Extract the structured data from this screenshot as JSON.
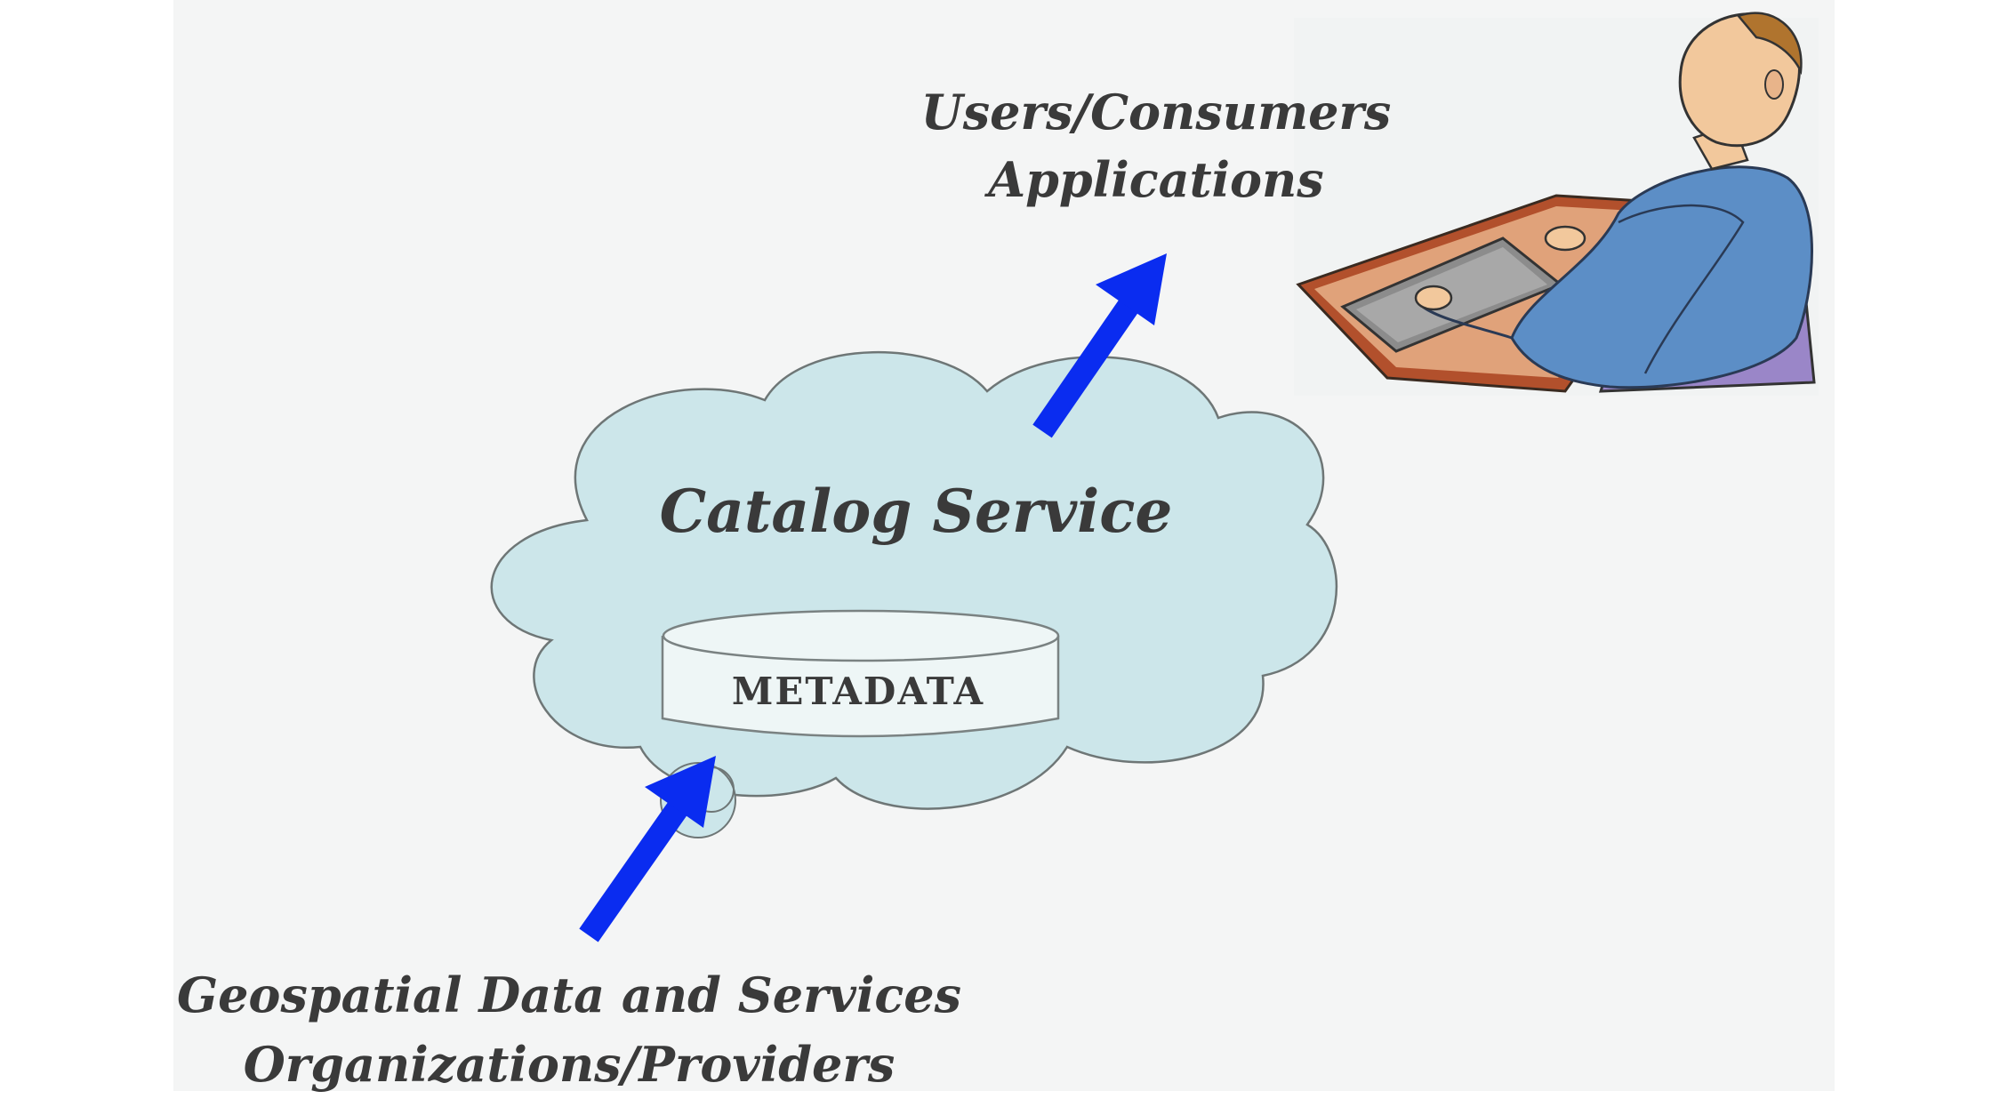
{
  "consumers": {
    "line1": "Users/Consumers",
    "line2": "Applications"
  },
  "catalog": {
    "title": "Catalog Service"
  },
  "metadata": {
    "label": "METADATA"
  },
  "providers": {
    "line1": "Geospatial Data and Services",
    "line2": "Organizations/Providers"
  },
  "colors": {
    "cloud_fill": "#cce6ea",
    "arrow": "#0a2cf0",
    "panel": "#f4f5f5"
  },
  "icons": {
    "user": "person-at-computer-clipart"
  }
}
